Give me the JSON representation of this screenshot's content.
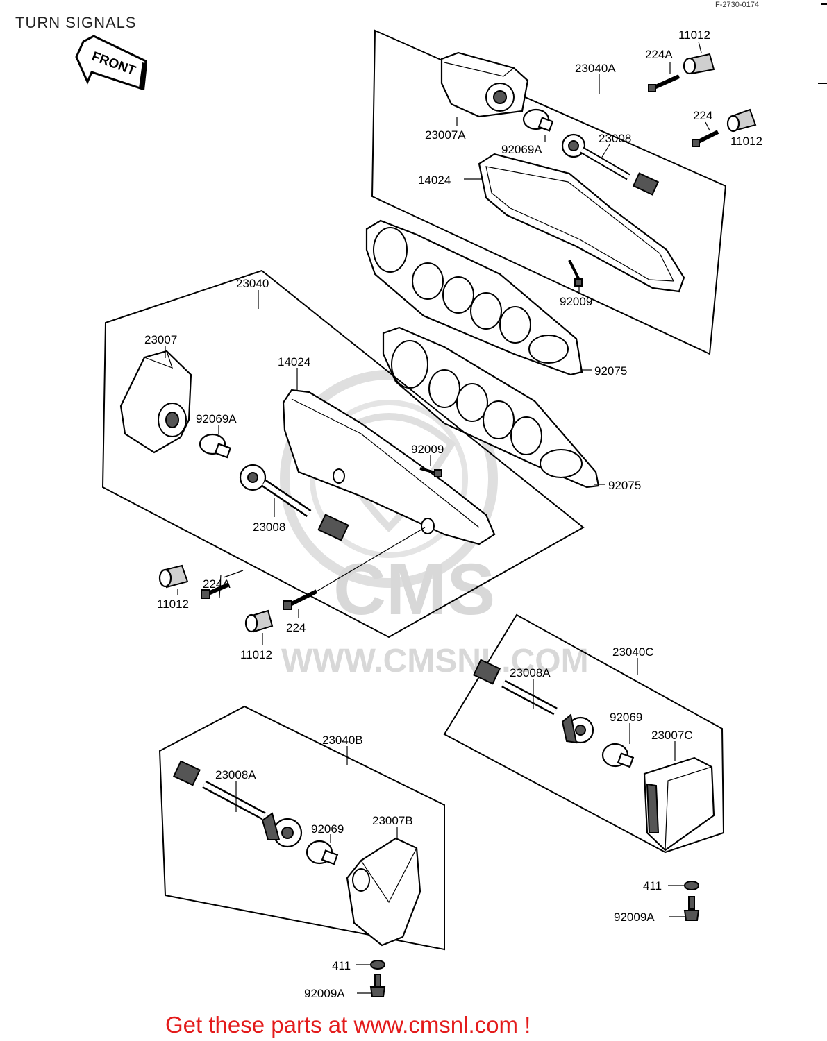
{
  "page": {
    "title": "TURN SIGNALS",
    "figure_code": "F-2730-0174",
    "front_marker": "FRONT",
    "footer": "Get these parts at www.cmsnl.com !"
  },
  "watermark": {
    "brand": "CMS",
    "url": "WWW.CMSNL.COM"
  },
  "assemblies": {
    "a_23040A": {
      "assembly": "23040A",
      "labels": [
        "11012",
        "224A",
        "224",
        "11012",
        "23007A",
        "92069A",
        "23008",
        "14024",
        "92009"
      ]
    },
    "a_23040": {
      "assembly": "23040",
      "labels": [
        "23007",
        "14024",
        "92069A",
        "92009",
        "23008",
        "224A",
        "11012",
        "224",
        "11012"
      ]
    },
    "gaskets": {
      "labels": [
        "92075",
        "92075"
      ]
    },
    "a_23040C": {
      "assembly": "23040C",
      "labels": [
        "23008A",
        "92069",
        "23007C",
        "411",
        "92009A"
      ]
    },
    "a_23040B": {
      "assembly": "23040B",
      "labels": [
        "23008A",
        "92069",
        "23007B",
        "411",
        "92009A"
      ]
    }
  },
  "colors": {
    "footer": "#e31b1b",
    "watermark": "#d4d4d4",
    "line": "#000000"
  }
}
